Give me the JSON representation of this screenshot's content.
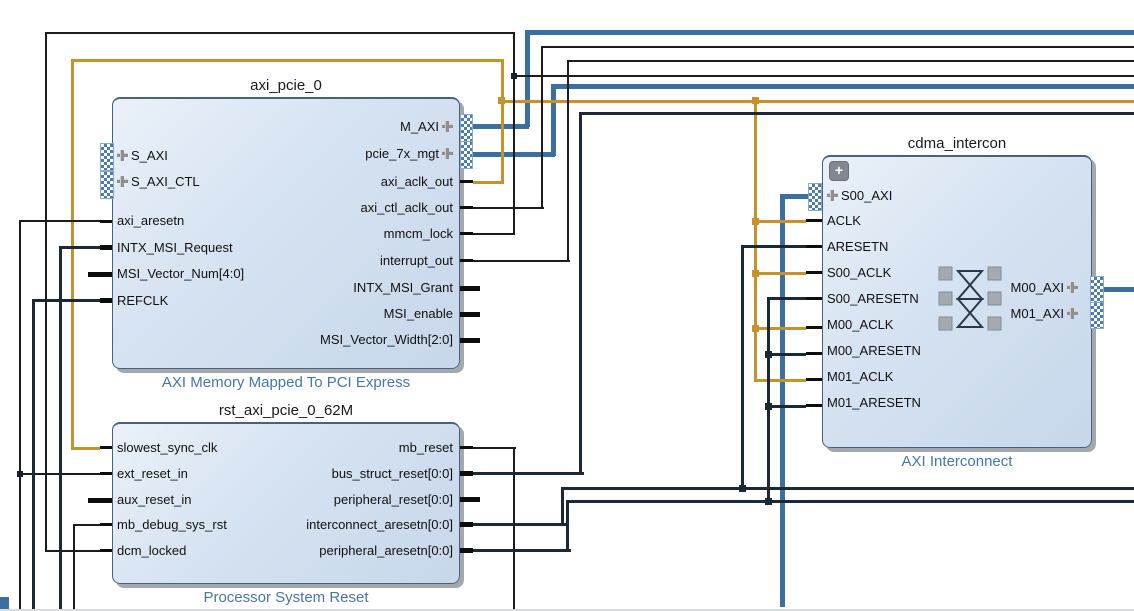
{
  "diagram": {
    "blocks": {
      "axi_pcie": {
        "title": "axi_pcie_0",
        "type_label": "AXI Memory Mapped To PCI Express",
        "left_ports": [
          {
            "label": "S_AXI"
          },
          {
            "label": "S_AXI_CTL"
          },
          {
            "label": "axi_aresetn"
          },
          {
            "label": "INTX_MSI_Request"
          },
          {
            "label": "MSI_Vector_Num[4:0]"
          },
          {
            "label": "REFCLK"
          }
        ],
        "right_ports": [
          {
            "label": "M_AXI"
          },
          {
            "label": "pcie_7x_mgt"
          },
          {
            "label": "axi_aclk_out"
          },
          {
            "label": "axi_ctl_aclk_out"
          },
          {
            "label": "mmcm_lock"
          },
          {
            "label": "interrupt_out"
          },
          {
            "label": "INTX_MSI_Grant"
          },
          {
            "label": "MSI_enable"
          },
          {
            "label": "MSI_Vector_Width[2:0]"
          }
        ]
      },
      "rst": {
        "title": "rst_axi_pcie_0_62M",
        "type_label": "Processor System Reset",
        "left_ports": [
          {
            "label": "slowest_sync_clk"
          },
          {
            "label": "ext_reset_in"
          },
          {
            "label": "aux_reset_in"
          },
          {
            "label": "mb_debug_sys_rst"
          },
          {
            "label": "dcm_locked"
          }
        ],
        "right_ports": [
          {
            "label": "mb_reset"
          },
          {
            "label": "bus_struct_reset[0:0]"
          },
          {
            "label": "peripheral_reset[0:0]"
          },
          {
            "label": "interconnect_aresetn[0:0]"
          },
          {
            "label": "peripheral_aresetn[0:0]"
          }
        ]
      },
      "cdma": {
        "title": "cdma_intercon",
        "type_label": "AXI Interconnect",
        "expand_button": "+",
        "left_ports": [
          {
            "label": "S00_AXI"
          },
          {
            "label": "ACLK"
          },
          {
            "label": "ARESETN"
          },
          {
            "label": "S00_ACLK"
          },
          {
            "label": "S00_ARESETN"
          },
          {
            "label": "M00_ACLK"
          },
          {
            "label": "M00_ARESETN"
          },
          {
            "label": "M01_ACLK"
          },
          {
            "label": "M01_ARESETN"
          }
        ],
        "right_ports": [
          {
            "label": "M00_AXI"
          },
          {
            "label": "M01_AXI"
          }
        ]
      }
    },
    "wire_colors": {
      "interface_bus": "#3a6f9f",
      "clock": "#c8922b",
      "reset_bus": "#1b2835",
      "signal": "#1c1c1c"
    }
  }
}
